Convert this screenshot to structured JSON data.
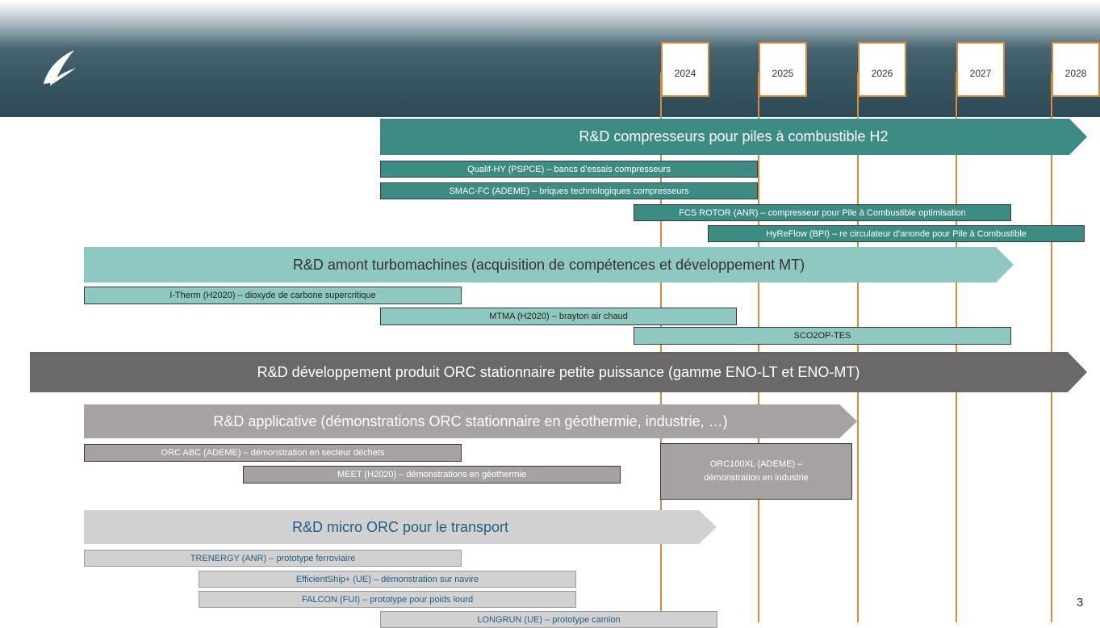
{
  "years": [
    "2024",
    "2025",
    "2026",
    "2027",
    "2028"
  ],
  "page_number": "3",
  "colors": {
    "teal_dark": "#3d8c84",
    "teal_light": "#8fc8c1",
    "grey_dark": "#6b6868",
    "grey_mid": "#a6a2a2",
    "grey_light": "#d2d1d1",
    "orange_line": "#d98a3a"
  },
  "bars": {
    "h2_main": "R&D compresseurs pour piles à combustible H2",
    "qualify": "Qualif-HY (PSPCE) – bancs d’essais compresseurs",
    "smac": "SMAC-FC (ADEME) – briques technologiques compresseurs",
    "fcs": "FCS ROTOR (ANR) – compresseur pour Pile à Combustible optimisation",
    "hyreflow": "HyReFlow (BPI) – re circulateur d’anonde pour Pile à Combustible",
    "turbo_main": "R&D amont turbomachines (acquisition de compétences et développement MT)",
    "itherm": "I-Therm (H2020) – dioxyde de carbone supercritique",
    "mtma": "MTMA (H2020) – brayton air chaud",
    "sco2": "SCO2OP-TES",
    "orc_main": "R&D développement produit ORC stationnaire petite puissance (gamme ENO-LT et ENO-MT)",
    "appl_main": "R&D applicative (démonstrations ORC stationnaire en géothermie, industrie, …)",
    "orcabc": "ORC ABC (ADEME) – démonstration en secteur déchets",
    "meet": "MEET (H2020) – démonstrations en géothermie",
    "orc100xl_l1": "ORC100XL (ADEME) –",
    "orc100xl_l2": "démonstration en industrie",
    "micro_main": "R&D micro ORC pour le transport",
    "trenergy": "TRENERGY (ANR) – prototype ferroviaire",
    "efficient": "EfficientShip+ (UE) – démonstration sur navire",
    "falcon": "FALCON (FUI) – prototype pour poids lourd",
    "longrun": "LONGRUN (UE) – prototype camion"
  }
}
